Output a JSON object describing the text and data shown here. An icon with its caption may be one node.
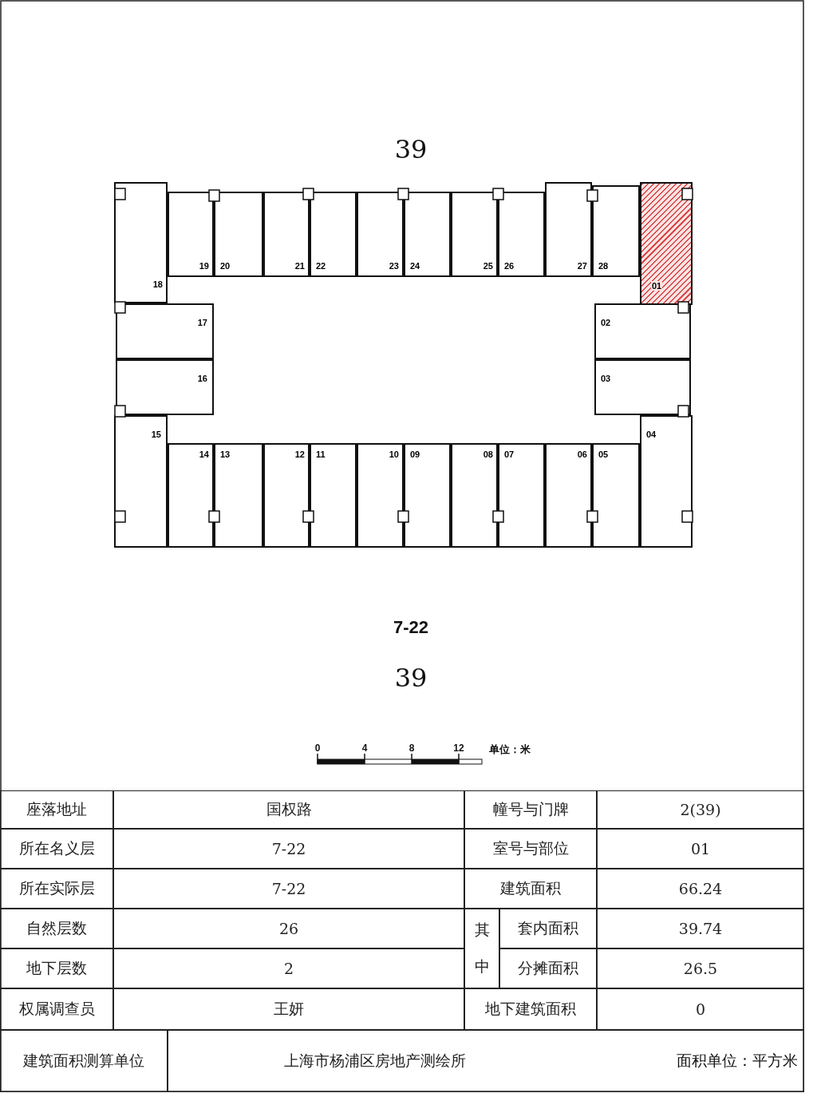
{
  "diagram": {
    "title": "39",
    "nodes": [
      {
        "text": [
          "19"
        ]
      },
      {
        "text": [
          "20"
        ]
      },
      {
        "text": [
          "21"
        ]
      },
      {
        "text": [
          "22"
        ]
      },
      {
        "text": [
          "23"
        ]
      },
      {
        "text": [
          "24"
        ]
      },
      {
        "text": [
          "25"
        ]
      },
      {
        "text": [
          "26"
        ]
      },
      {
        "text": [
          "27"
        ]
      },
      {
        "text": [
          "28"
        ]
      },
      {
        "text": [
          "18"
        ]
      },
      {
        "text": [
          "01"
        ]
      },
      {
        "text": [
          "17"
        ]
      },
      {
        "text": [
          "02"
        ]
      },
      {
        "text": [
          "16"
        ]
      },
      {
        "text": [
          "03"
        ]
      },
      {
        "text": [
          "15"
        ]
      },
      {
        "text": [
          "04"
        ]
      },
      {
        "text": [
          "14"
        ]
      },
      {
        "text": [
          "13"
        ]
      },
      {
        "text": [
          "12"
        ]
      },
      {
        "text": [
          "11"
        ]
      },
      {
        "text": [
          "10"
        ]
      },
      {
        "text": [
          "09"
        ]
      },
      {
        "text": [
          "08"
        ]
      },
      {
        "text": [
          "07"
        ]
      },
      {
        "text": [
          "06"
        ]
      },
      {
        "text": [
          "05"
        ]
      }
    ],
    "edges": [],
    "labels": [
      "7-22",
      "39",
      "0",
      "4",
      "8",
      "12",
      "单位：米",
      "座落地址",
      "国权路",
      "幢号与门牌",
      "2(39)",
      "所在名义层",
      "7-22",
      "室号与部位",
      "01",
      "所在实际层",
      "7-22",
      "建筑面积",
      "66.24",
      "自然层数",
      "26",
      "其中",
      "套内面积",
      "39.74",
      "地下层数",
      "2",
      "分摊面积",
      "26.5",
      "权属调查员",
      "王妍",
      "地下建筑面积",
      "0",
      "建筑面积测算单位",
      "上海市杨浦区房地产测绘所",
      "面积单位：平方米"
    ]
  }
}
